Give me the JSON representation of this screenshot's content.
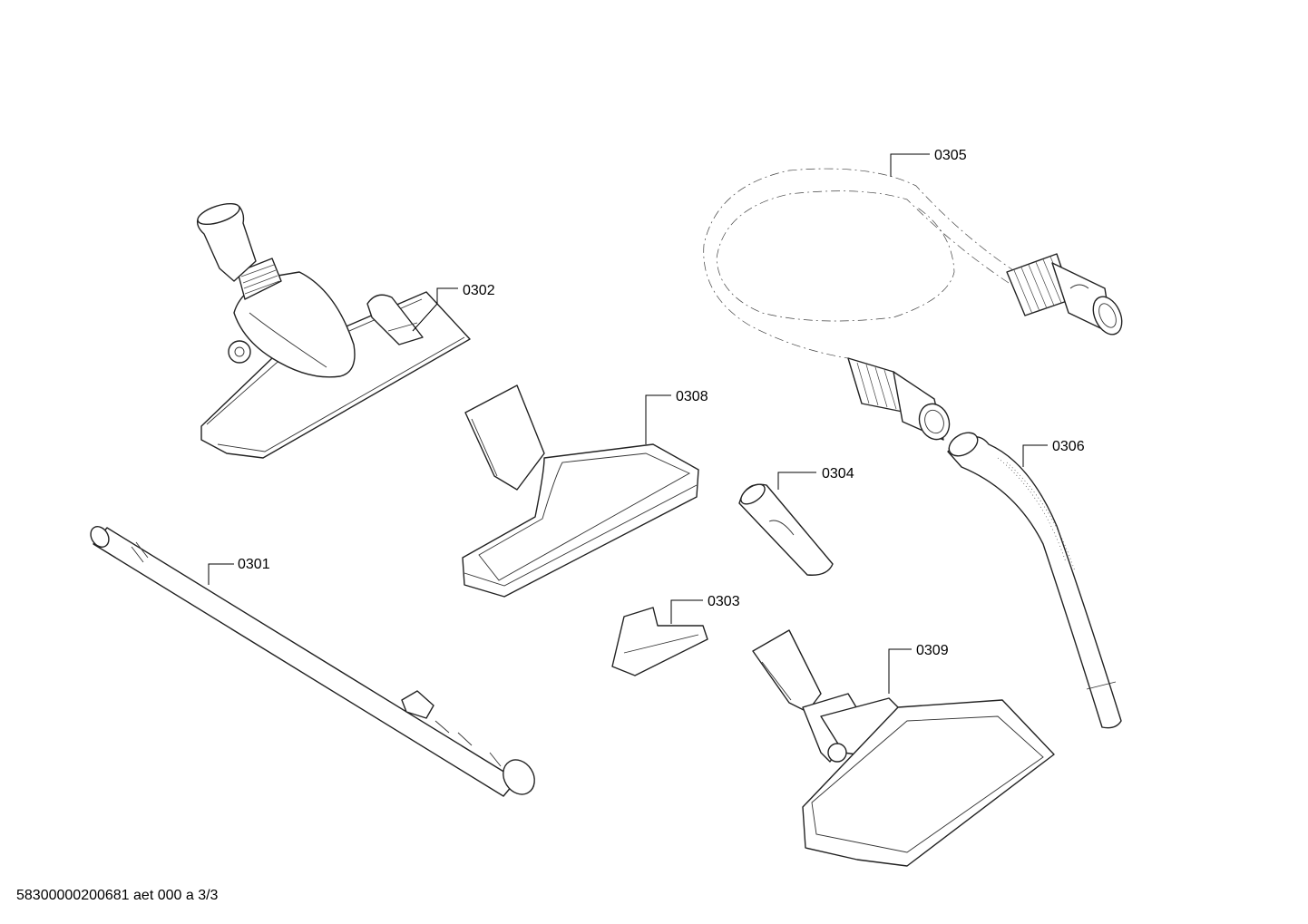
{
  "callouts": {
    "p0301": "0301",
    "p0302": "0302",
    "p0303": "0303",
    "p0304": "0304",
    "p0305": "0305",
    "p0306": "0306",
    "p0308": "0308",
    "p0309": "0309"
  },
  "footer": {
    "document_code": "58300000200681 aet 000 a 3/3"
  }
}
